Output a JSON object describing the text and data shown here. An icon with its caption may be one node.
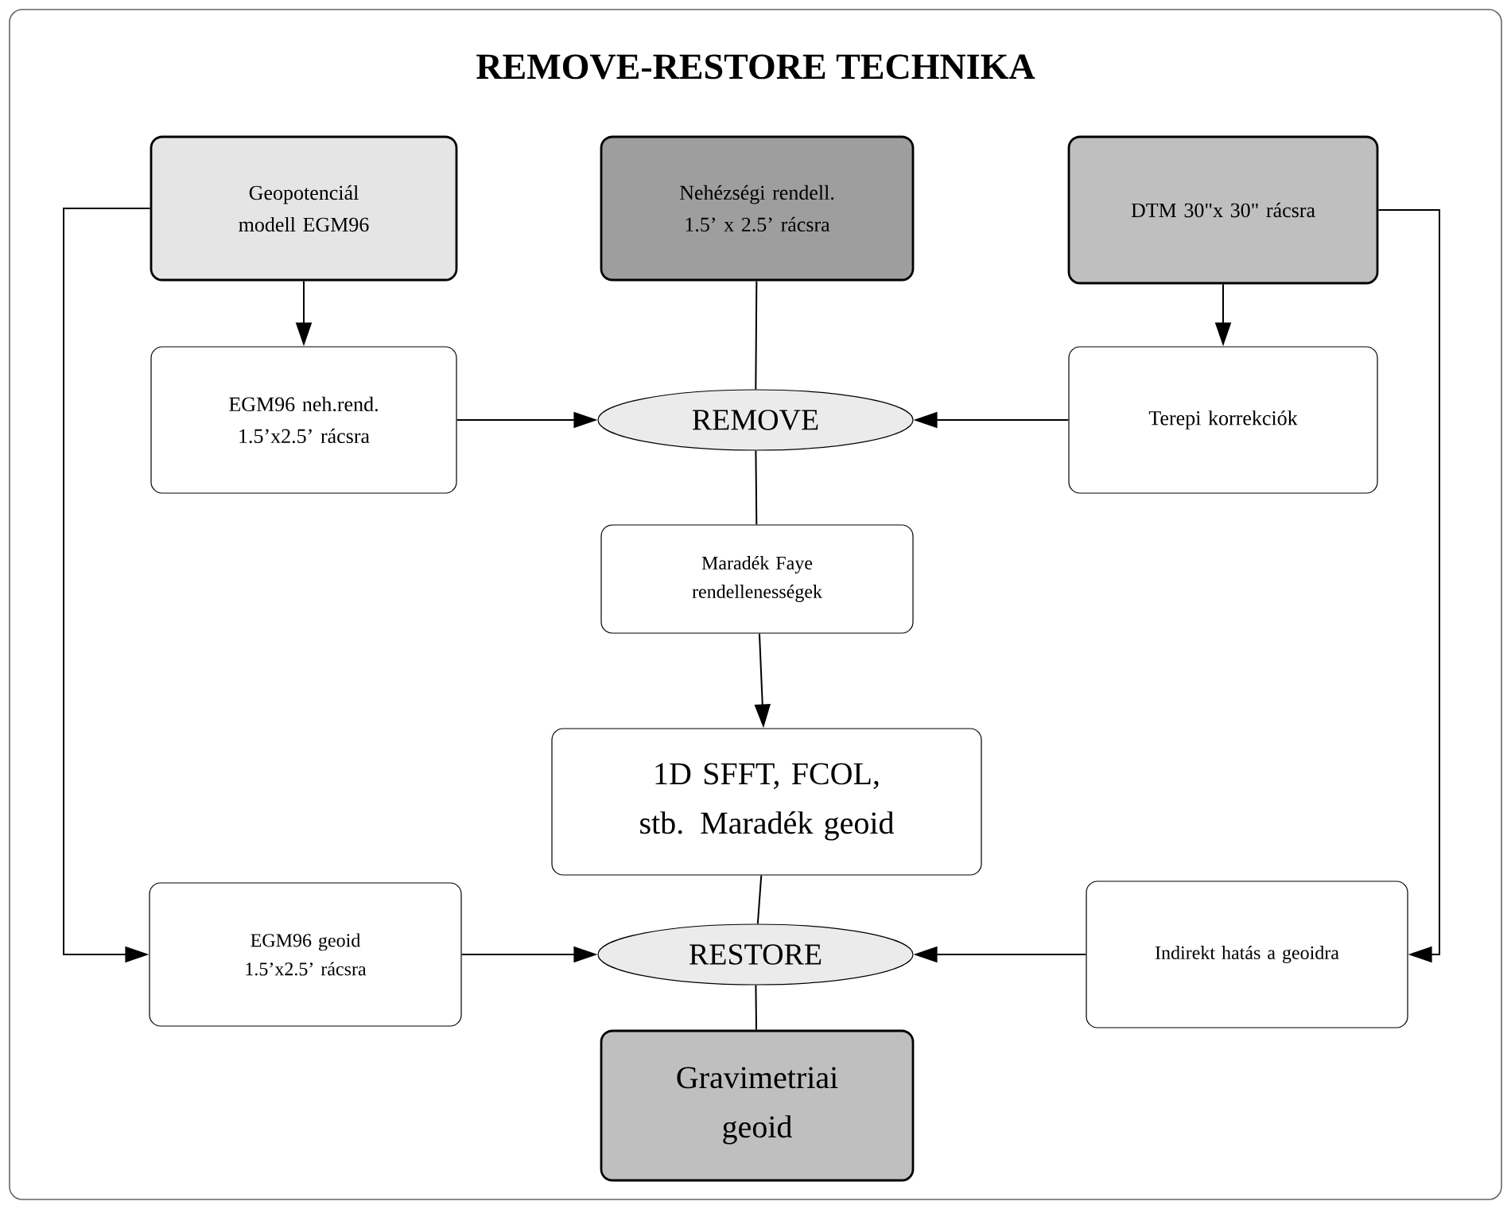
{
  "diagram": {
    "title": "REMOVE-RESTORE TECHNIKA",
    "nodes": [
      {
        "text": [
          "Geopotenciál modell EGM96"
        ]
      },
      {
        "text": [
          "Nehézségi rendell. 1.5’ x 2.5’ rácsra"
        ]
      },
      {
        "text": [
          "DTM 30\"x 30\" rácsra"
        ]
      },
      {
        "text": [
          "EGM96 neh.rend. 1.5’x2.5’ rácsra"
        ]
      },
      {
        "text": [
          "REMOVE"
        ]
      },
      {
        "text": [
          "Terepi korrekciók"
        ]
      },
      {
        "text": [
          "Maradék Faye rendellenességek"
        ]
      },
      {
        "text": [
          "1D SFFT, FCOL, stb. Maradék geoid"
        ]
      },
      {
        "text": [
          "EGM96 geoid 1.5’x2.5’ rácsra"
        ]
      },
      {
        "text": [
          "RESTORE"
        ]
      },
      {
        "text": [
          "Indirekt hatás a geoidra"
        ]
      },
      {
        "text": [
          "Gravimetriai geoid"
        ]
      }
    ],
    "edges": [
      {
        "from": 0,
        "to": 3,
        "arrow": "to"
      },
      {
        "from": 3,
        "to": 4,
        "arrow": "to"
      },
      {
        "from": 1,
        "to": 4,
        "arrow": "none"
      },
      {
        "from": 2,
        "to": 5,
        "arrow": "to"
      },
      {
        "from": 5,
        "to": 4,
        "arrow": "to"
      },
      {
        "from": 4,
        "to": 6,
        "arrow": "none"
      },
      {
        "from": 6,
        "to": 7,
        "arrow": "to"
      },
      {
        "from": 7,
        "to": 9,
        "arrow": "none"
      },
      {
        "from": 8,
        "to": 9,
        "arrow": "to"
      },
      {
        "from": 10,
        "to": 9,
        "arrow": "to"
      },
      {
        "from": 9,
        "to": 11,
        "arrow": "none"
      },
      {
        "from": 0,
        "to": 8,
        "arrow": "to"
      },
      {
        "from": 2,
        "to": 10,
        "arrow": "to"
      }
    ]
  }
}
